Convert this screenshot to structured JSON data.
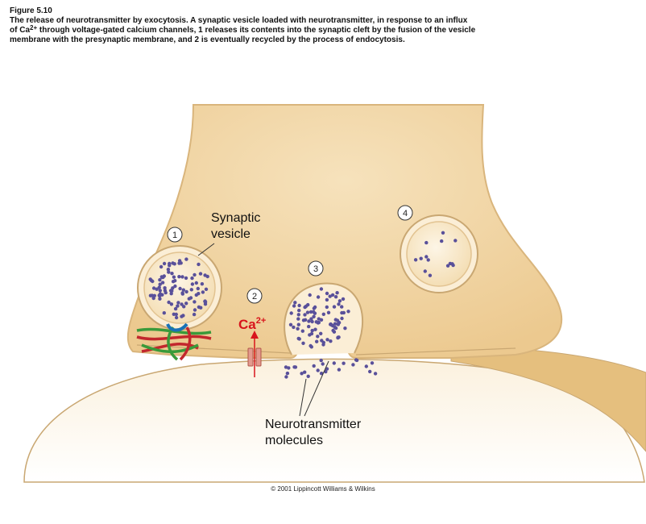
{
  "figure": {
    "label": "Figure 5.10",
    "caption_line1": "The release of neurotransmitter by exocytosis. A synaptic vesicle loaded with neurotransmitter, in response to an influx",
    "caption_line2_pre": "of Ca",
    "caption_line2_sup": "2+",
    "caption_line2_post": " through voltage-gated calcium channels,  1 releases its contents into the synaptic cleft by the fusion of the vesicle",
    "caption_line3": "membrane with the presynaptic membrane, and 2 is eventually recycled by the process of endocytosis."
  },
  "labels": {
    "synaptic_vesicle_line1": "Synaptic",
    "synaptic_vesicle_line2": "vesicle",
    "ion": "Ca",
    "ion_charge": "2+",
    "neurotransmitter_line1": "Neurotransmitter",
    "neurotransmitter_line2": "molecules"
  },
  "steps": [
    "1",
    "2",
    "3",
    "4"
  ],
  "copyright": "© 2001 Lippincott Williams & Wilkins",
  "colors": {
    "terminal_fill": "#f2d7a6",
    "terminal_edge": "#dcb478",
    "vesicle_fill": "#fbeed6",
    "dot": "#59509a",
    "calcium": "#d8141c",
    "snare_red": "#c2272d",
    "snare_green": "#3a9a3a"
  }
}
